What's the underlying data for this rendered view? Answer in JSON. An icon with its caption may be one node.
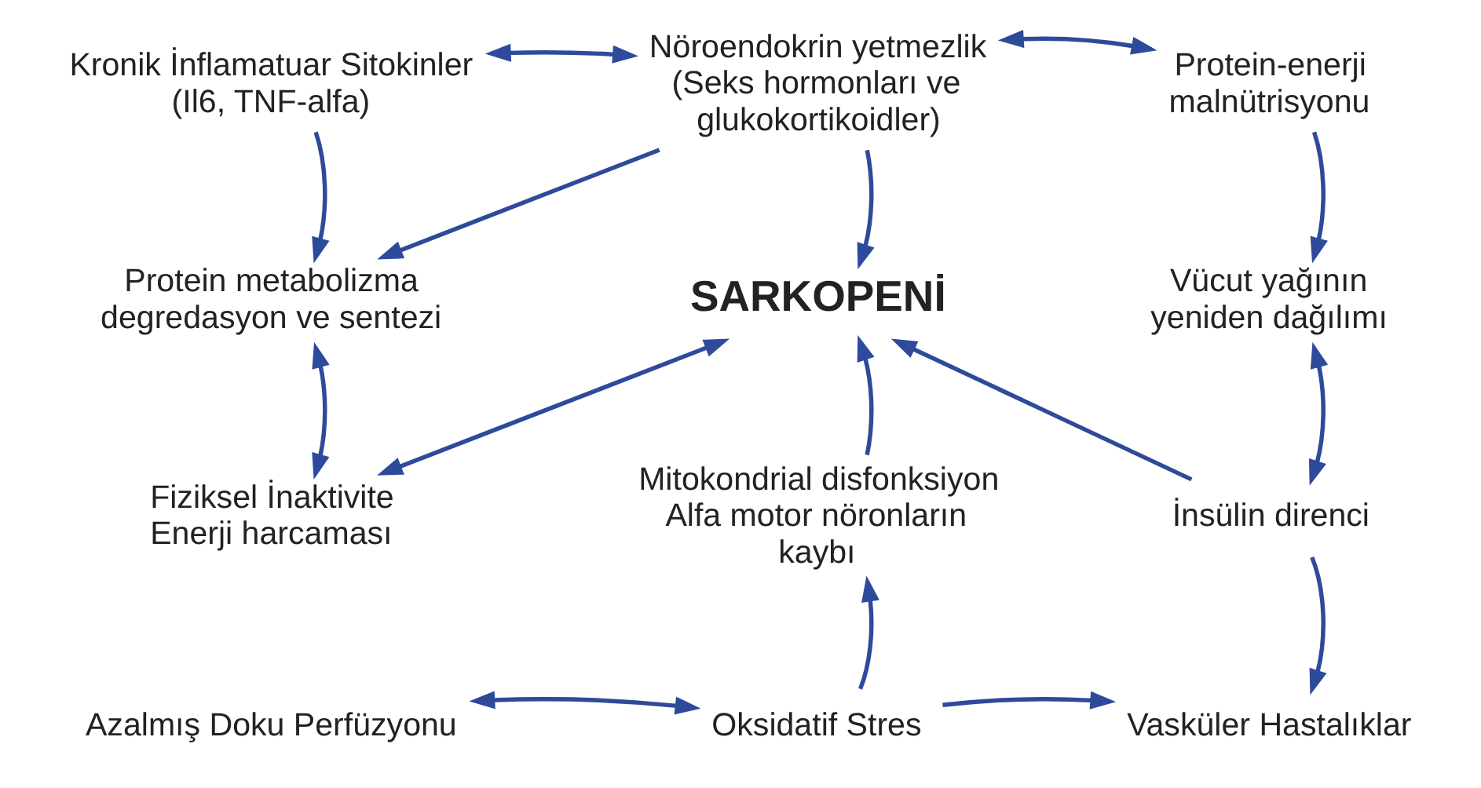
{
  "diagram": {
    "nodes": [
      {
        "text": [
          "Kronik İnflamatuar Sitokinler (Il6, TNF-alfa)"
        ]
      },
      {
        "text": [
          "Nöroendokrin yetmezlik (Seks hormonları ve glukokortikoidler)"
        ]
      },
      {
        "text": [
          "Protein-enerji malnütrisyonu"
        ]
      },
      {
        "text": [
          "Protein metabolizma degredasyon ve sentezi"
        ]
      },
      {
        "text": [
          "SARKOPENİ"
        ]
      },
      {
        "text": [
          "Vücut yağının yeniden dağılımı"
        ]
      },
      {
        "text": [
          "Fiziksel İnaktivite Enerji harcaması"
        ]
      },
      {
        "text": [
          "Mitokondrial disfonksiyon Alfa motor nöronların kaybı"
        ]
      },
      {
        "text": [
          "İnsülin direnci"
        ]
      },
      {
        "text": [
          "Oksidatif Stres"
        ]
      },
      {
        "text": [
          "Azalmış Doku Perfüzyonu"
        ]
      },
      {
        "text": [
          "Vasküler Hastalıklar"
        ]
      }
    ],
    "edges": [
      {
        "from": 0,
        "to": 1,
        "arrow": "both"
      },
      {
        "from": 1,
        "to": 2,
        "arrow": "both"
      },
      {
        "from": 0,
        "to": 3,
        "arrow": "to"
      },
      {
        "from": 1,
        "to": 3,
        "arrow": "to"
      },
      {
        "from": 1,
        "to": 4,
        "arrow": "to"
      },
      {
        "from": 2,
        "to": 5,
        "arrow": "to"
      },
      {
        "from": 3,
        "to": 6,
        "arrow": "both"
      },
      {
        "from": 6,
        "to": 4,
        "arrow": "both"
      },
      {
        "from": 7,
        "to": 4,
        "arrow": "to"
      },
      {
        "from": 8,
        "to": 4,
        "arrow": "to"
      },
      {
        "from": 5,
        "to": 8,
        "arrow": "both"
      },
      {
        "from": 9,
        "to": 7,
        "arrow": "to"
      },
      {
        "from": 10,
        "to": 9,
        "arrow": "both"
      },
      {
        "from": 9,
        "to": 11,
        "arrow": "to"
      },
      {
        "from": 8,
        "to": 11,
        "arrow": "to"
      }
    ]
  }
}
